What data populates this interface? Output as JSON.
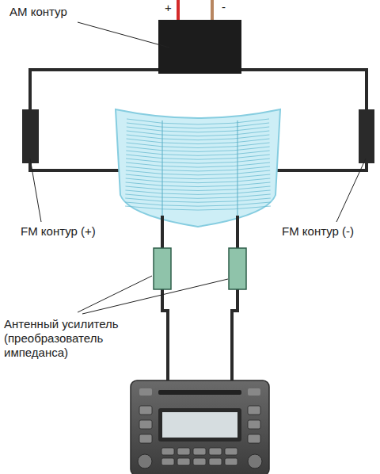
{
  "diagram": {
    "labels": [
      "АМ контур",
      "+",
      "-",
      "FM контур (+)",
      "FM контур (-)",
      "Антенный усилитель (преобразователь импеданса)"
    ]
  }
}
